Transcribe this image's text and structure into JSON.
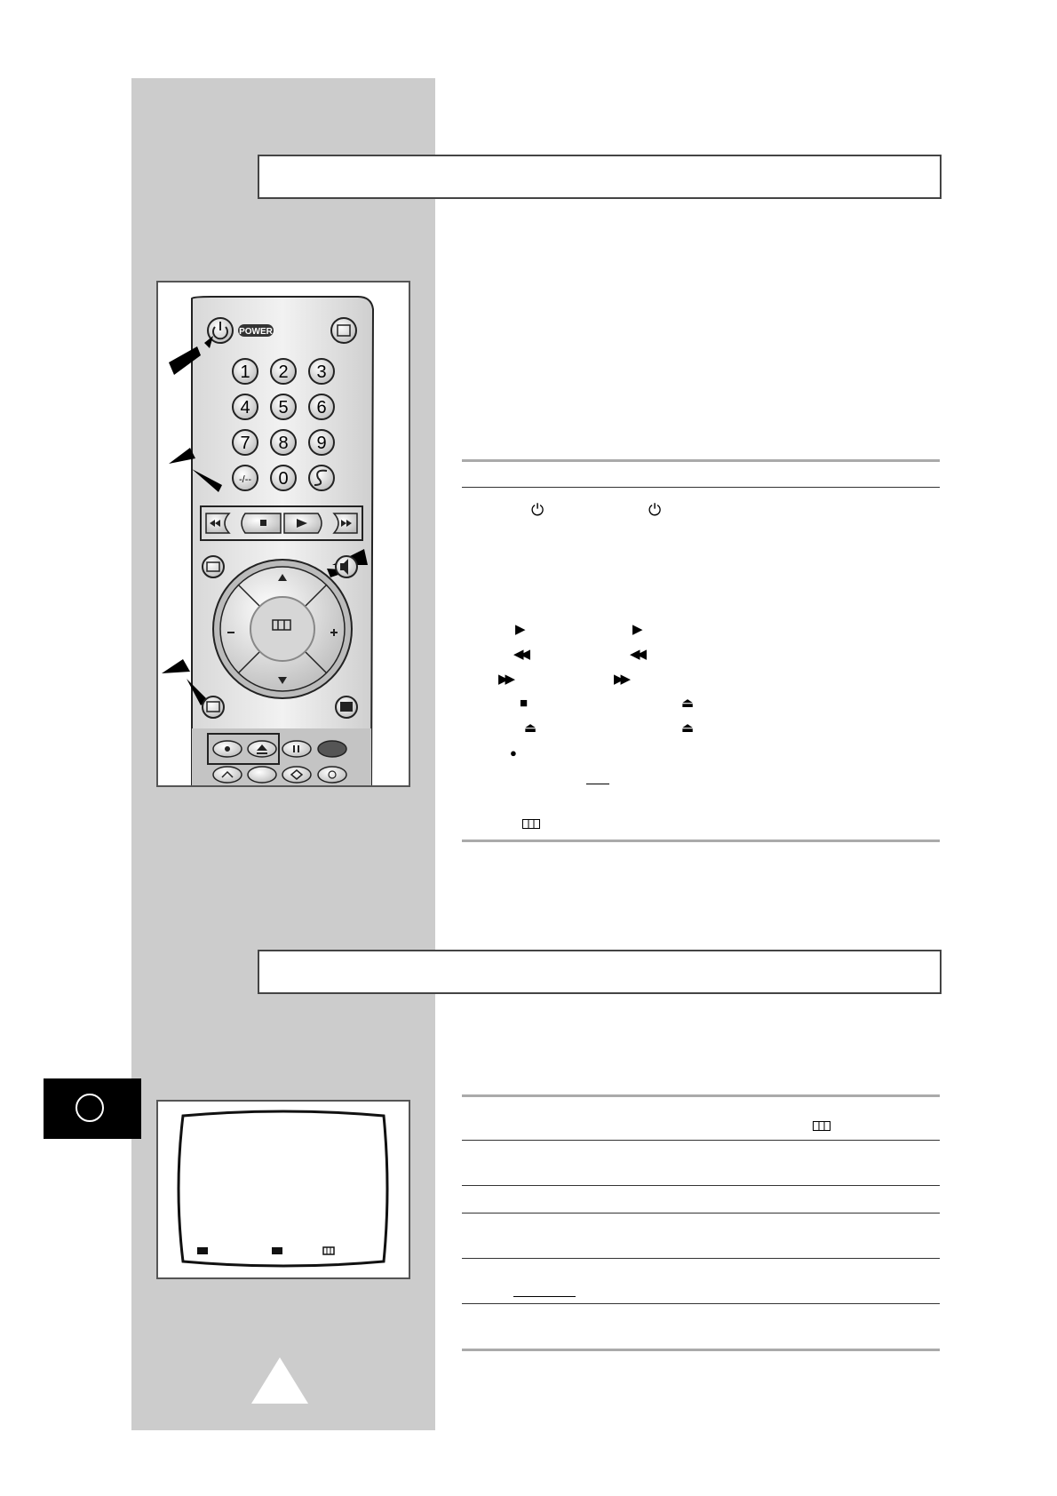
{
  "remote": {
    "power_label": "POWER",
    "digits": [
      "1",
      "2",
      "3",
      "4",
      "5",
      "6",
      "7",
      "8",
      "9",
      "-/--",
      "0"
    ]
  },
  "icons": {
    "power": "power-icon",
    "play": "play-icon",
    "rewind": "rewind-icon",
    "fast_forward": "fast-forward-icon",
    "stop": "stop-icon",
    "eject": "eject-icon",
    "record": "record-icon",
    "menu": "menu-icon"
  },
  "glyphs": {
    "power": "⏻",
    "play": "▶",
    "rewind": "◀◀",
    "fast_forward": "▶▶",
    "stop": "■",
    "eject": "⏏",
    "record": "●"
  },
  "colors": {
    "sidebar": "#cccccc",
    "tab": "#000000",
    "accent": "#444444"
  }
}
